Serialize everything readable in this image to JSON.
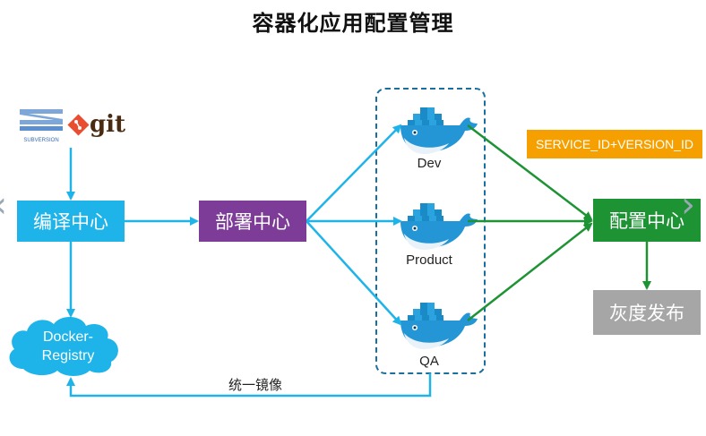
{
  "title": "容器化应用配置管理",
  "nodes": {
    "compile": "编译中心",
    "deploy": "部署中心",
    "config": "配置中心",
    "gray_release": "灰度发布",
    "registry": "Docker-\nRegistry"
  },
  "environments": {
    "dev": "Dev",
    "product": "Product",
    "qa": "QA"
  },
  "badge": "SERVICE_ID+VERSION_ID",
  "edge_label": "统一镜像",
  "logos": {
    "subversion": "SUBVERSION",
    "git": "git"
  },
  "nav": {
    "prev": "‹",
    "next": "›"
  },
  "colors": {
    "blue": "#1eb4ea",
    "purple": "#7d3c98",
    "green": "#1d9334",
    "gray": "#a6a6a6",
    "orange": "#f5a000",
    "dashed": "#1b6f9e"
  }
}
